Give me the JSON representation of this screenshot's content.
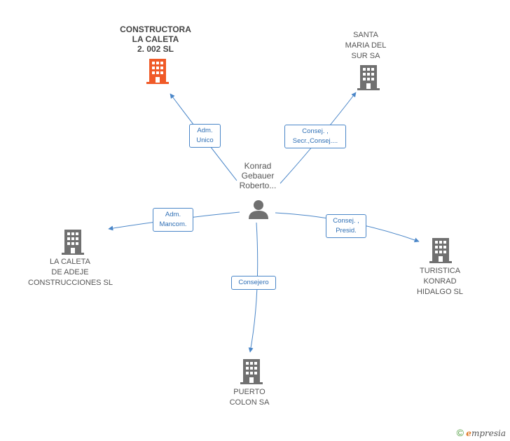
{
  "person": {
    "name_lines": [
      "Konrad",
      "Gebauer",
      "Roberto..."
    ]
  },
  "companies": {
    "caleta2002": {
      "lines": [
        "CONSTRUCTORA",
        "LA CALETA",
        "2. 002 SL"
      ],
      "color": "#f05a28"
    },
    "santamaria": {
      "lines": [
        "SANTA",
        "MARIA DEL",
        "SUR SA"
      ],
      "color": "#707070"
    },
    "adeje": {
      "lines": [
        "LA CALETA",
        "DE ADEJE",
        "CONSTRUCCIONES SL"
      ],
      "color": "#707070"
    },
    "turistica": {
      "lines": [
        "TURISTICA",
        "KONRAD",
        "HIDALGO SL"
      ],
      "color": "#707070"
    },
    "puerto": {
      "lines": [
        "PUERTO",
        "COLON SA"
      ],
      "color": "#707070"
    }
  },
  "edges": {
    "caleta2002": [
      "Adm.",
      "Unico"
    ],
    "santamaria": [
      "Consej. ,",
      "Secr.,Consej...."
    ],
    "adeje": [
      "Adm.",
      "Mancom."
    ],
    "turistica": [
      "Consej. ,",
      "Presid."
    ],
    "puerto": [
      "Consejero"
    ]
  },
  "colors": {
    "edge": "#4a86c8",
    "person": "#707070"
  },
  "footer": {
    "copyright": "©",
    "brand_initial": "e",
    "brand_rest": "mpresia"
  }
}
